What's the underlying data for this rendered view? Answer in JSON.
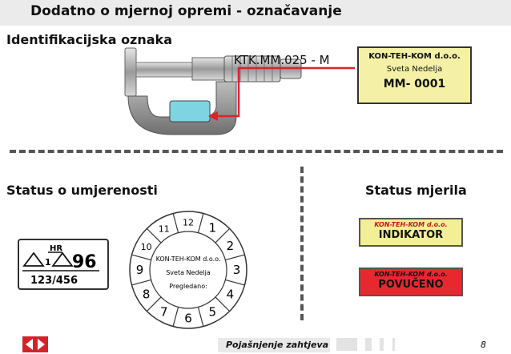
{
  "header": {
    "title": "Dodatno o mjernoj opremi - označavanje"
  },
  "identification": {
    "heading": "Identifikacijska oznaka",
    "tag_code": "KTK.MM.025 - M",
    "label": {
      "company": "KON-TEH-KOM d.o.o.",
      "city": "Sveta Nedelja",
      "code": "MM- 0001"
    }
  },
  "calibration": {
    "heading": "Status o umjerenosti",
    "hr_mark": {
      "country": "HR",
      "number": "1",
      "year": "96",
      "serial": "123/456"
    },
    "dial": {
      "numbers": [
        "1",
        "2",
        "3",
        "4",
        "5",
        "6",
        "7",
        "8",
        "9",
        "10",
        "11",
        "12"
      ],
      "company": "KON-TEH-KOM d.o.o.",
      "city": "Sveta Nedelja",
      "checked_label": "Pregledano:"
    }
  },
  "measurement_status": {
    "heading": "Status mjerila",
    "indikator": {
      "company": "KON-TEH-KOM d.o.o.",
      "text": "INDIKATOR"
    },
    "povuceno": {
      "company": "KON-TEH-KOM d.o.o.",
      "text": "POVUČENO"
    }
  },
  "footer": {
    "text": "Pojašnjenje zahtjeva",
    "page_number": "8"
  },
  "colors": {
    "header_bg": "#ebebeb",
    "label_yellow": "#f4f1a6",
    "status_red": "#e8282f",
    "arrow_red": "#e0202a",
    "logo_red": "#d3232a"
  }
}
